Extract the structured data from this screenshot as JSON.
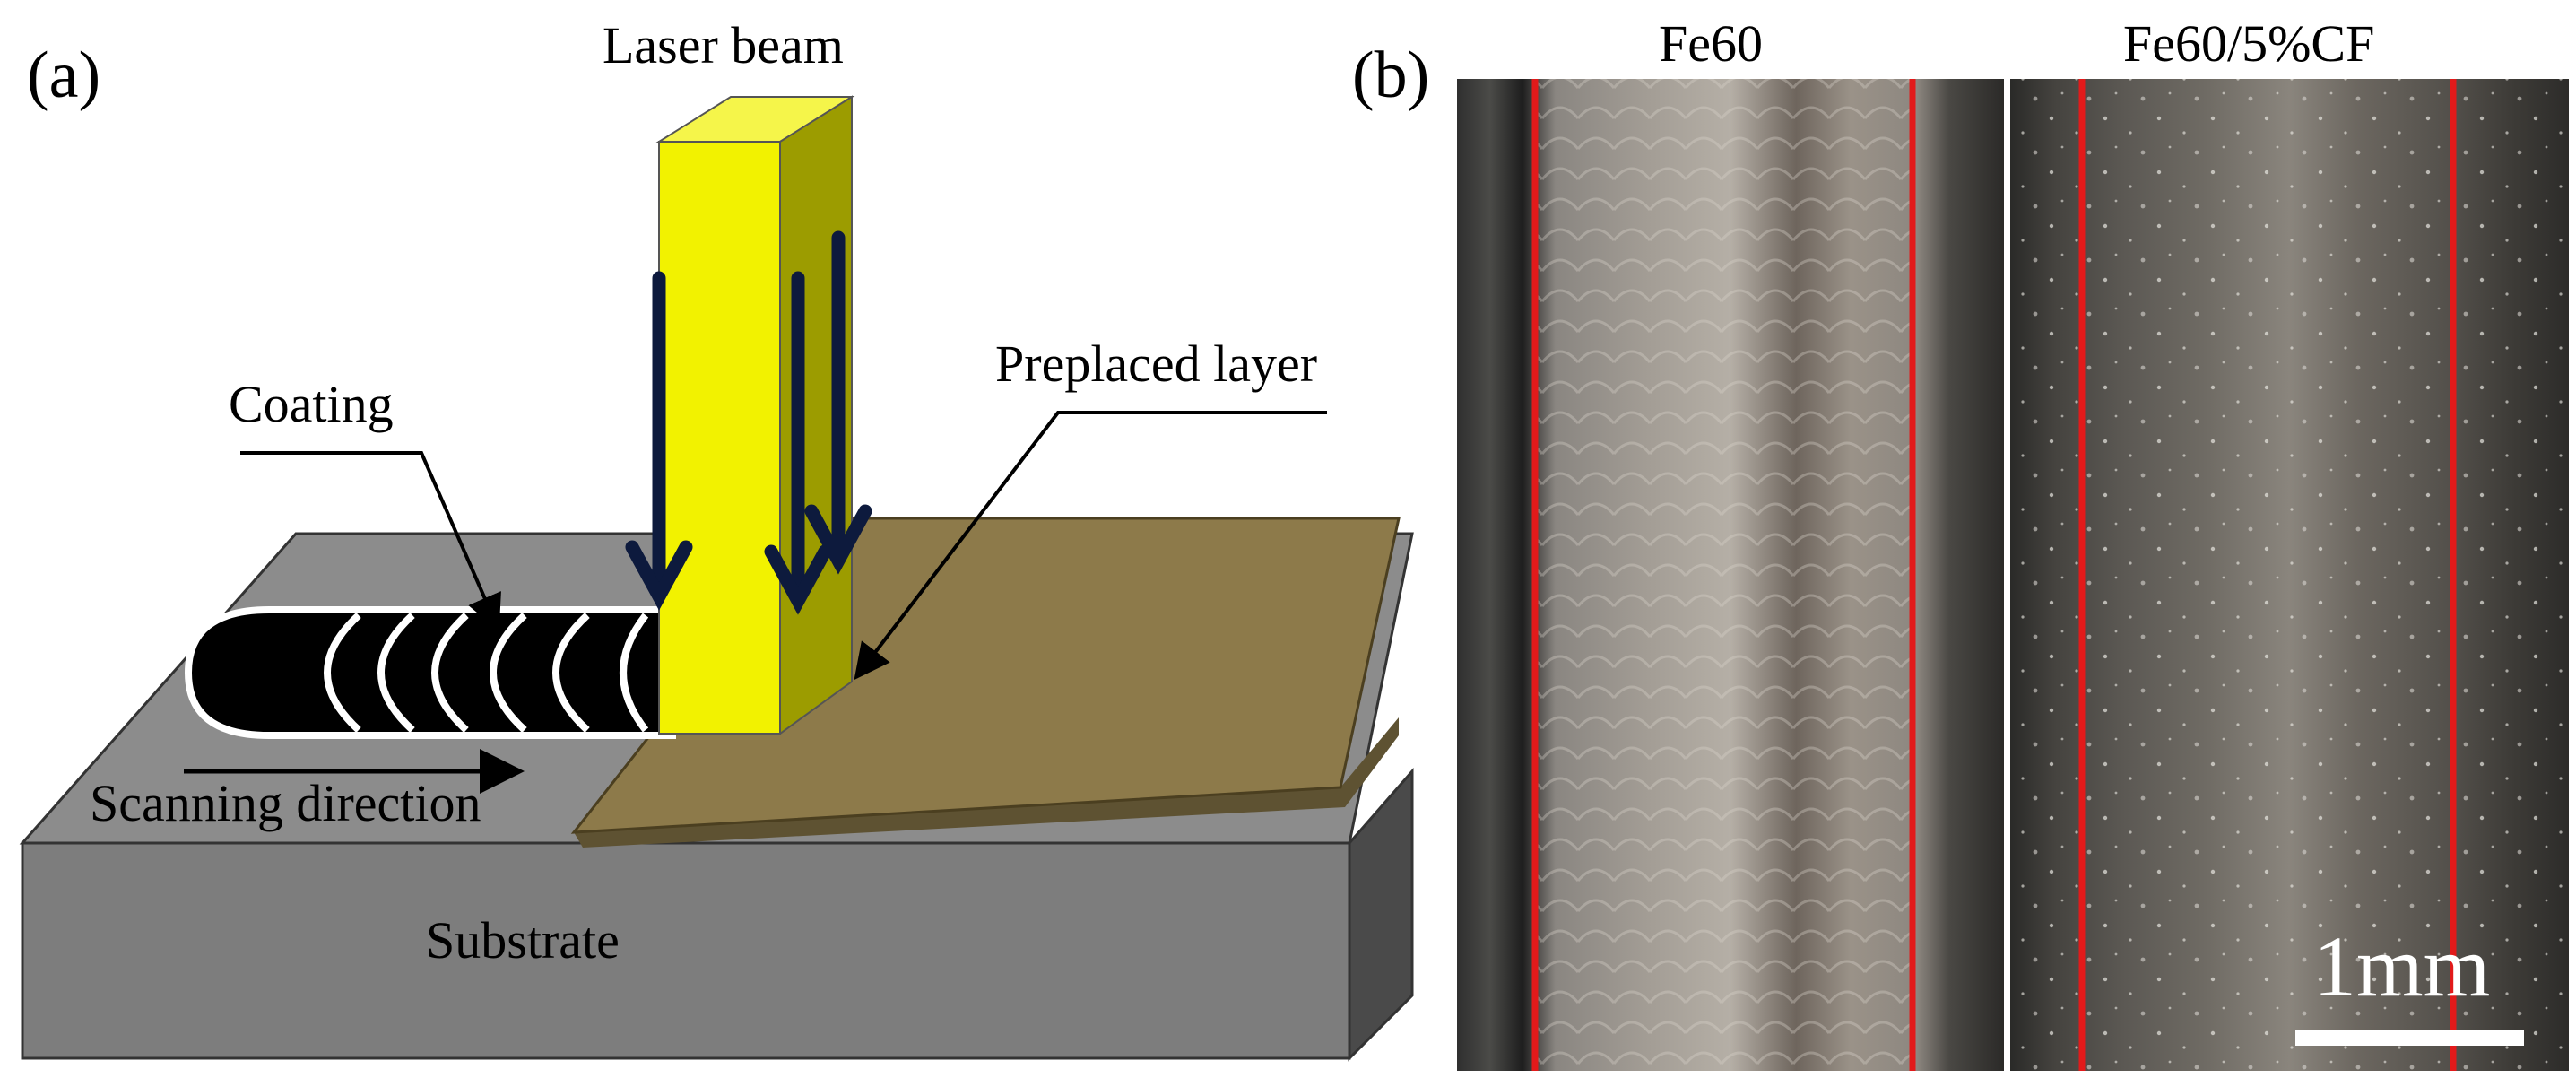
{
  "panel_a": {
    "label": "(a)",
    "laser_beam_label": "Laser beam",
    "coating_label": "Coating",
    "preplaced_layer_label": "Preplaced layer",
    "scanning_direction_label": "Scanning direction",
    "substrate_label": "Substrate"
  },
  "panel_b": {
    "label": "(b)",
    "left_title": "Fe60",
    "right_title": "Fe60/5%CF",
    "scale_bar_label": "1mm"
  },
  "colors": {
    "substrate_top": "#8c8c8c",
    "substrate_front": "#7d7d7d",
    "substrate_side": "#4a4a4a",
    "preplaced_layer": "#8d7a4a",
    "laser_beam": "#f2f200",
    "arrow": "#0d1a3d",
    "coating_fill": "#000000",
    "coating_stroke": "#ffffff",
    "boundary_line": "#e21a1a"
  }
}
